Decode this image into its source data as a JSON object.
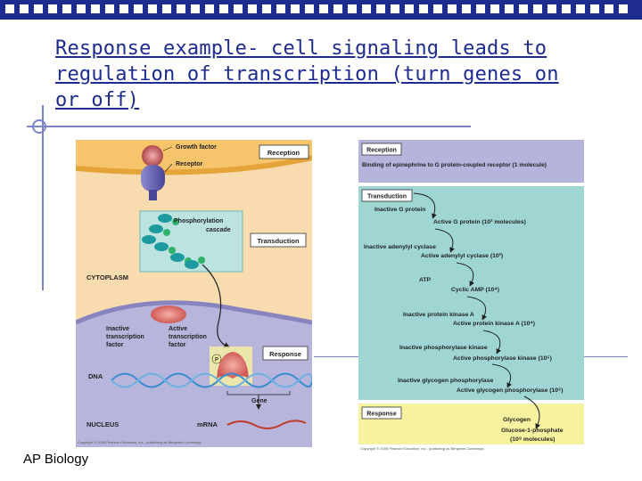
{
  "slide": {
    "title": "Response example- cell signaling leads to regulation of transcription (turn genes on or off)",
    "footer": "AP Biology"
  },
  "left_figure": {
    "growth_factor": "Growth factor",
    "receptor": "Receptor",
    "reception_box": "Reception",
    "phosphorylation_cascade": [
      "Phosphorylation",
      "cascade"
    ],
    "transduction_box": "Transduction",
    "cytoplasm": "CYTOPLASM",
    "inactive_tf": [
      "Inactive",
      "transcription",
      "factor"
    ],
    "active_tf": [
      "Active",
      "transcription",
      "factor"
    ],
    "response_box": "Response",
    "p_symbol": "P",
    "dna": "DNA",
    "gene": "Gene",
    "nucleus": "NUCLEUS",
    "mrna": "mRNA",
    "copyright": "Copyright © 2005 Pearson Education, Inc., publishing as Benjamin Cummings."
  },
  "right_figure": {
    "reception_box": "Reception",
    "reception_text": "Binding of epinephrine to G protein-coupled receptor (1 molecule)",
    "transduction_box": "Transduction",
    "steps": [
      {
        "inactive": "Inactive G protein",
        "active": "Active G protein (10² molecules)"
      },
      {
        "inactive": "Inactive adenylyl cyclase",
        "active": "Active adenylyl cyclase (10²)"
      },
      {
        "inactive": "ATP",
        "active": "Cyclic AMP (10⁴)"
      },
      {
        "inactive": "Inactive protein kinase A",
        "active": "Active protein kinase A (10⁴)"
      },
      {
        "inactive": "Inactive phosphorylase kinase",
        "active": "Active phosphorylase kinase (10⁵)"
      },
      {
        "inactive": "Inactive glycogen phosphorylase",
        "active": "Active glycogen phosphorylase (10⁶)"
      }
    ],
    "response_box": "Response",
    "glycogen": "Glycogen",
    "glucose_1": "Glucose-1-phosphate",
    "glucose_2": "(10⁸ molecules)",
    "copyright": "Copyright © 2005 Pearson Education, Inc., publishing as Benjamin Cummings."
  },
  "colors": {
    "accent": "#1e2b8f",
    "reception_band": "#b4b4dc",
    "transduction_band": "#9fd6d4",
    "response_band": "#f7f2a0",
    "cytoplasm": "#f8dcb0",
    "nucleus": "#b7b5dc"
  }
}
